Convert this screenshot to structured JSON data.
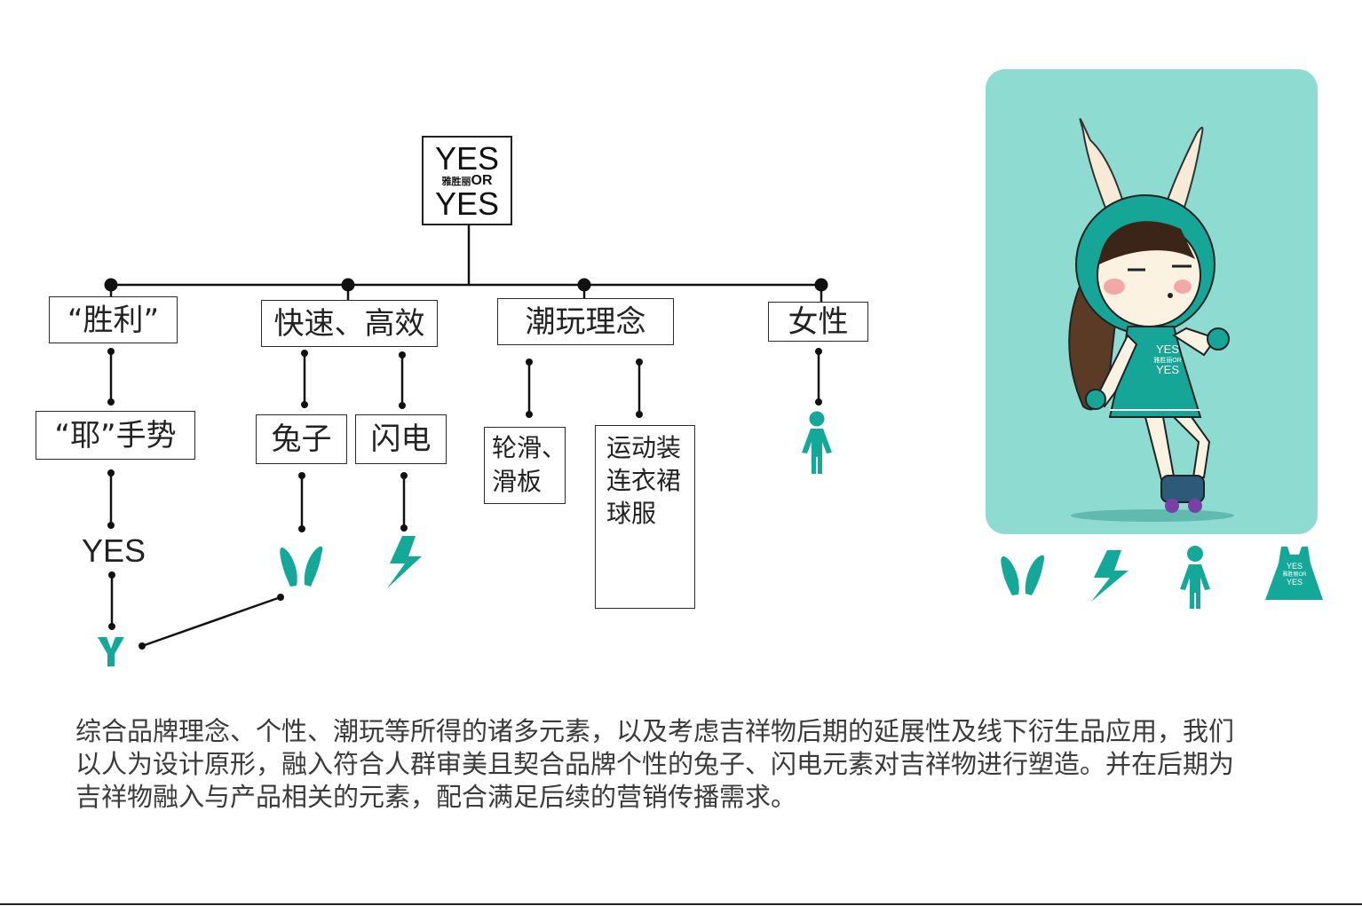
{
  "colors": {
    "teal": "#14a898",
    "card_bg": "#8ddbd1",
    "line": "#111111",
    "text": "#222222"
  },
  "root_logo": {
    "line1": "YES",
    "line2_cn": "雅胜丽",
    "line2_en": "OR",
    "line3": "YES"
  },
  "categories": [
    "“胜利”",
    "快速、高效",
    "潮玩理念",
    "女性"
  ],
  "subitems": {
    "victory": "“耶”手势",
    "rabbit": "兔子",
    "lightning": "闪电",
    "skate": [
      "轮滑、",
      "滑板"
    ],
    "sports": [
      "运动装",
      "连衣裙",
      "球服"
    ]
  },
  "yes_label": "YES",
  "icons": {
    "y_letter": "y-letter-icon",
    "rabbit_ears": "rabbit-ears-icon",
    "lightning": "lightning-icon",
    "female": "female-figure-icon",
    "dress": "dress-icon"
  },
  "dress_logo": {
    "line1": "YES",
    "line2": "雅胜丽OR",
    "line3": "YES"
  },
  "mascot_card": {
    "icons": [
      "rabbit-ears-icon",
      "lightning-icon",
      "female-figure-icon",
      "dress-icon"
    ]
  },
  "description": [
    "综合品牌理念、个性、潮玩等所得的诸多元素，以及考虑吉祥物后期的延展性及线下衍生品应用，我们",
    "以人为设计原形，融入符合人群审美且契合品牌个性的兔子、闪电元素对吉祥物进行塑造。并在后期为",
    "吉祥物融入与产品相关的元素，配合满足后续的营销传播需求。"
  ]
}
